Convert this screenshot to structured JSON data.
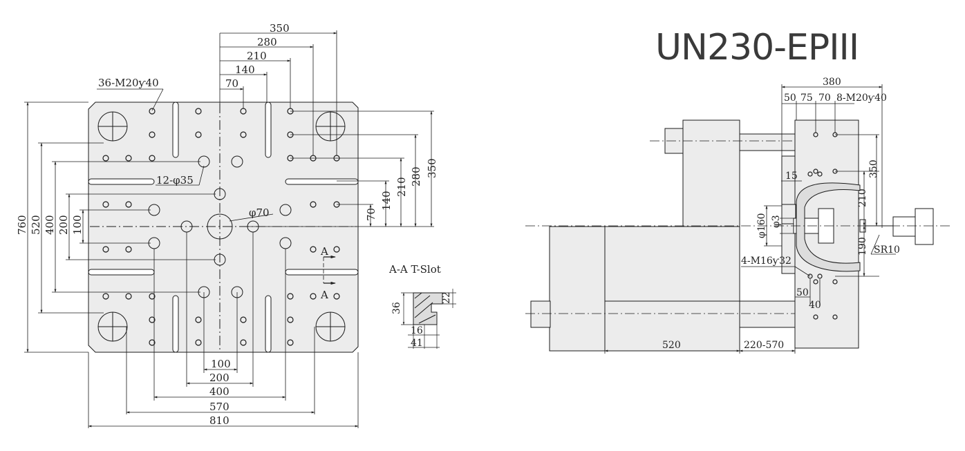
{
  "title": "UN230-EPIII",
  "platen": {
    "width_top": [
      "350",
      "280",
      "210",
      "140",
      "70"
    ],
    "right": [
      "350",
      "280",
      "210",
      "140",
      "70"
    ],
    "left": [
      "760",
      "520",
      "400",
      "200",
      "100"
    ],
    "bottom": [
      "100",
      "200",
      "400",
      "570",
      "810"
    ],
    "holes_callout": "36-M20ƴ40",
    "tslot_callout": "12-φ35",
    "center_hole": "φ70",
    "section_mark": "A"
  },
  "tslot": {
    "title": "A-A T-Slot",
    "dims": [
      "36",
      "22",
      "16",
      "41"
    ]
  },
  "side": {
    "top_dims": [
      "380",
      "50",
      "75",
      "70"
    ],
    "holes_callout": "8-M20ƴ40",
    "right": [
      "350",
      "210",
      "190"
    ],
    "left": [
      "15",
      "φ3",
      "φ160"
    ],
    "m16": "4-M16ƴ32",
    "small": [
      "50",
      "40"
    ],
    "sr": "SR10",
    "bottom": [
      "520",
      "220-570"
    ]
  },
  "colors": {
    "line": "#1a1a1a",
    "fill": "#ececec",
    "title": "#3a3a3a"
  }
}
